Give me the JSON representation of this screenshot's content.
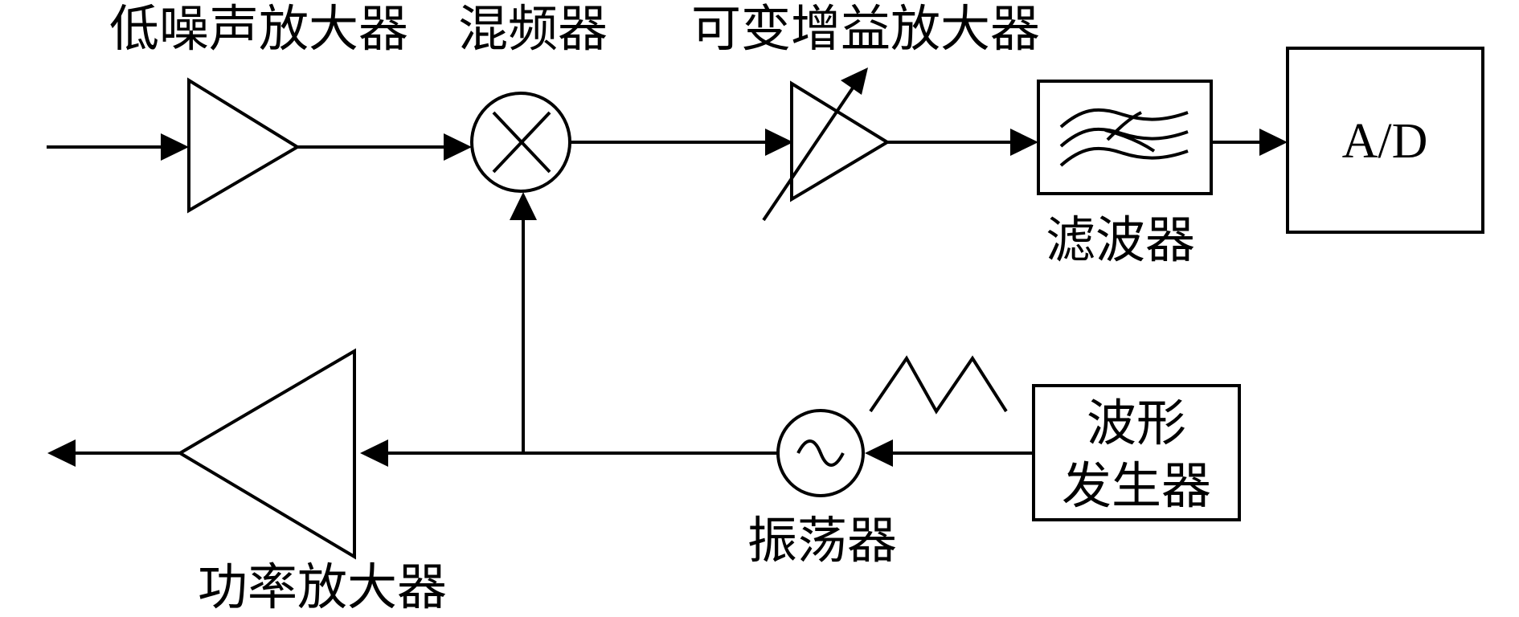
{
  "labels": {
    "lna": "低噪声放大器",
    "mixer": "混频器",
    "vga": "可变增益放大器",
    "filter": "滤波器",
    "adc": "A/D",
    "waveform_line1": "波形",
    "waveform_line2": "发生器",
    "oscillator": "振荡器",
    "power_amp": "功率放大器"
  },
  "icons": {
    "lna": "amplifier-triangle-icon",
    "mixer": "multiplier-circle-icon",
    "vga": "variable-amplifier-icon",
    "filter": "bandpass-filter-icon",
    "oscillator": "sine-source-icon",
    "waveform": "triangle-wave-icon",
    "power_amp": "amplifier-triangle-icon"
  },
  "colors": {
    "stroke": "#000000",
    "background": "#ffffff"
  }
}
